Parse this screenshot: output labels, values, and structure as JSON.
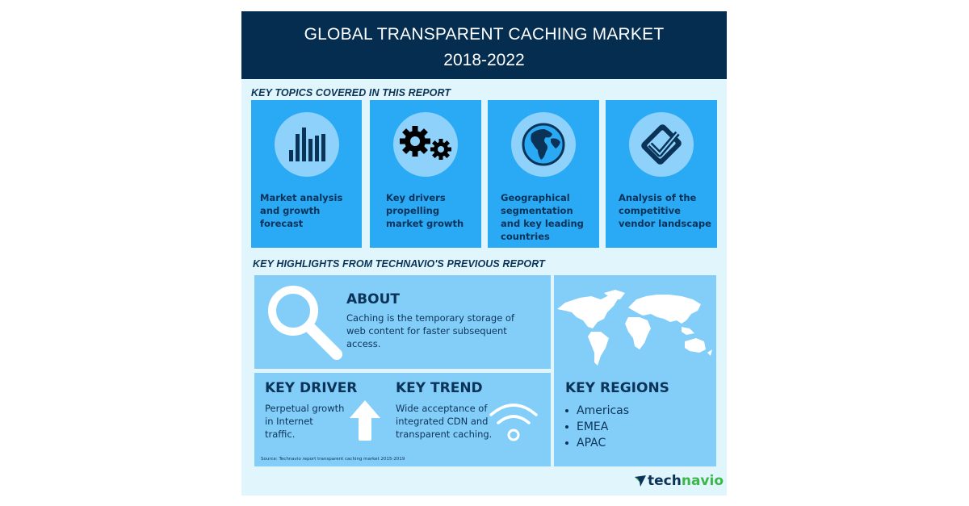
{
  "header": {
    "title_line1": "GLOBAL TRANSPARENT CACHING MARKET",
    "title_line2": "2018-2022"
  },
  "key_topics": {
    "title": "KEY TOPICS COVERED IN THIS REPORT",
    "cards": [
      {
        "icon": "bar-chart-icon",
        "label": "Market analysis and growth forecast"
      },
      {
        "icon": "gears-icon",
        "label": "Key drivers propelling market growth"
      },
      {
        "icon": "globe-icon",
        "label": "Geographical segmentation and key leading countries"
      },
      {
        "icon": "checkmark-icon",
        "label": "Analysis of the competitive vendor landscape"
      }
    ]
  },
  "highlights": {
    "title": "KEY HIGHLIGHTS FROM TECHNAVIO'S PREVIOUS REPORT",
    "about": {
      "heading": "ABOUT",
      "text": "Caching is the temporary storage of web content for faster subsequent access.",
      "icon": "magnifier-icon"
    },
    "driver": {
      "heading": "KEY DRIVER",
      "text": "Perpetual growth in Internet traffic.",
      "icon": "arrow-up-icon"
    },
    "trend": {
      "heading": "KEY TREND",
      "text": "Wide acceptance of integrated CDN and transparent caching.",
      "icon": "wifi-icon"
    },
    "source": "Source: Technavio report transparent caching market 2015-2019",
    "regions": {
      "heading": "KEY REGIONS",
      "icon": "world-map-icon",
      "items": [
        "Americas",
        "EMEA",
        "APAC"
      ]
    }
  },
  "brand": {
    "logo_part1": "tech",
    "logo_part2": "navio"
  },
  "colors": {
    "navy": "#052d50",
    "background": "#e1f6fc",
    "card_blue": "#2aa9f5",
    "light_blue": "#83cef8",
    "logo_green": "#3cb64a"
  }
}
